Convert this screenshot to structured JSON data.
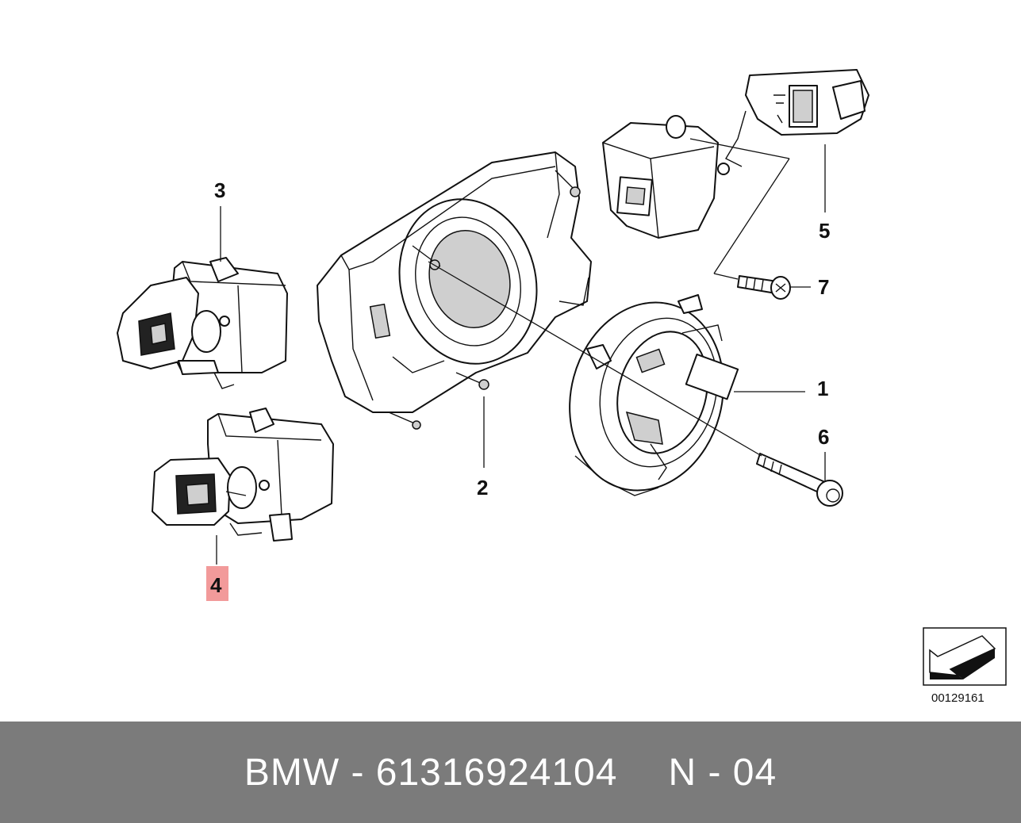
{
  "diagram": {
    "callouts": [
      {
        "id": "c1",
        "label": "1"
      },
      {
        "id": "c2",
        "label": "2"
      },
      {
        "id": "c3",
        "label": "3"
      },
      {
        "id": "c4",
        "label": "4",
        "highlighted": true
      },
      {
        "id": "c5",
        "label": "5"
      },
      {
        "id": "c6",
        "label": "6"
      },
      {
        "id": "c7",
        "label": "7"
      }
    ],
    "reference_number": "00129161",
    "highlight_color": "#f29a9a"
  },
  "footer": {
    "part_text": "BMW - 61316924104",
    "position_text": "N - 04",
    "background_color": "#7b7b7b"
  }
}
